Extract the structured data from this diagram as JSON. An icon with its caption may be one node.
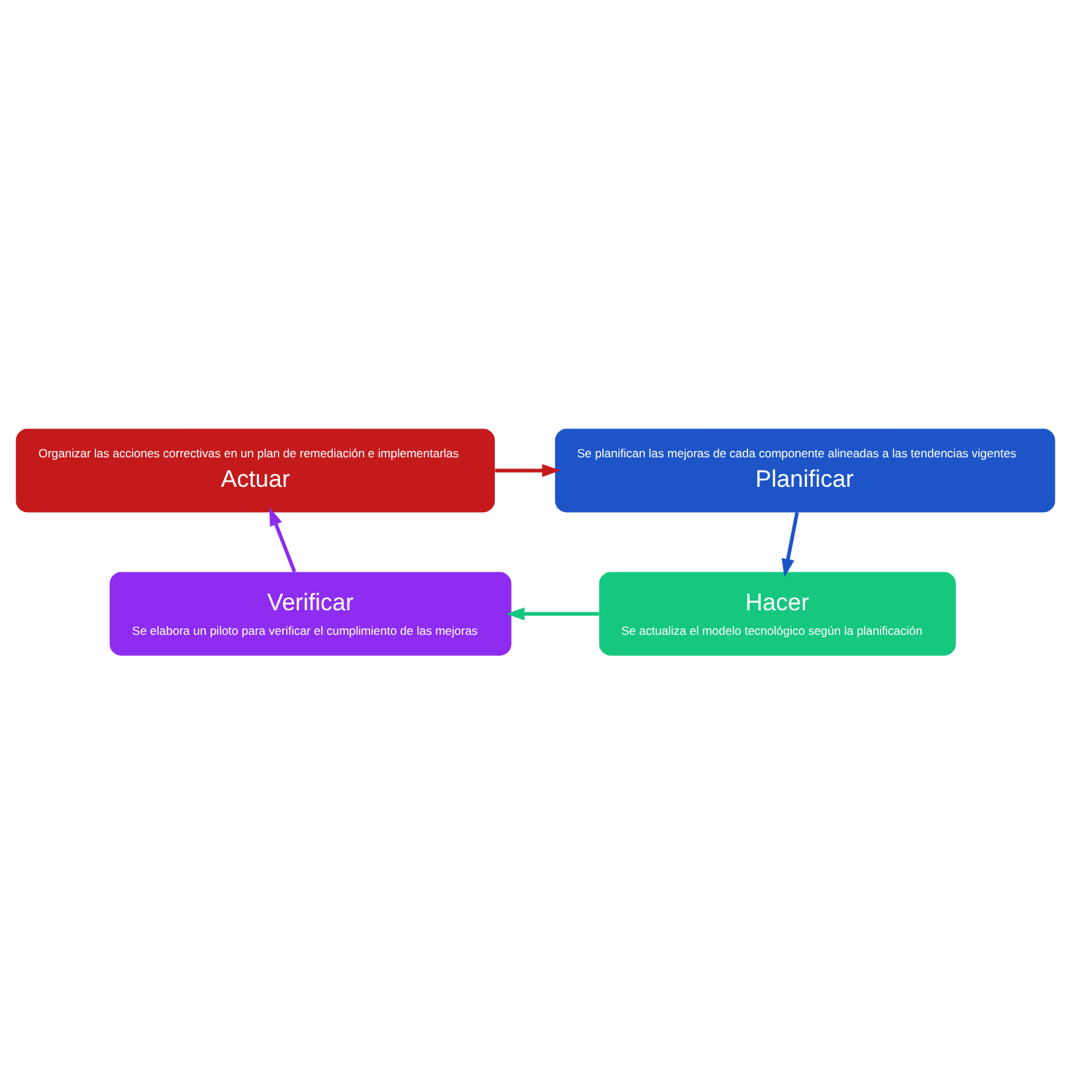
{
  "diagram": {
    "nodes": [
      {
        "text": [
          "Organizar las acciones correctivas en un plan de remediación e implementarlas",
          "Actuar"
        ]
      },
      {
        "text": [
          "Se planifican las mejoras de cada componente alineadas a las tendencias vigentes",
          "Planificar"
        ]
      },
      {
        "text": [
          "Verificar",
          "Se elabora un piloto para verificar el cumplimiento de las mejoras"
        ]
      },
      {
        "text": [
          "Hacer",
          "Se actualiza el modelo tecnológico según la planificación"
        ]
      }
    ],
    "edges": [
      {
        "from": 0,
        "to": 1,
        "arrow": "to",
        "color": "#c41a1c"
      },
      {
        "from": 1,
        "to": 3,
        "arrow": "to",
        "color": "#1d55c8"
      },
      {
        "from": 3,
        "to": 2,
        "arrow": "to",
        "color": "#15c77f"
      },
      {
        "from": 2,
        "to": 0,
        "arrow": "to",
        "color": "#8e2cf2"
      }
    ]
  }
}
